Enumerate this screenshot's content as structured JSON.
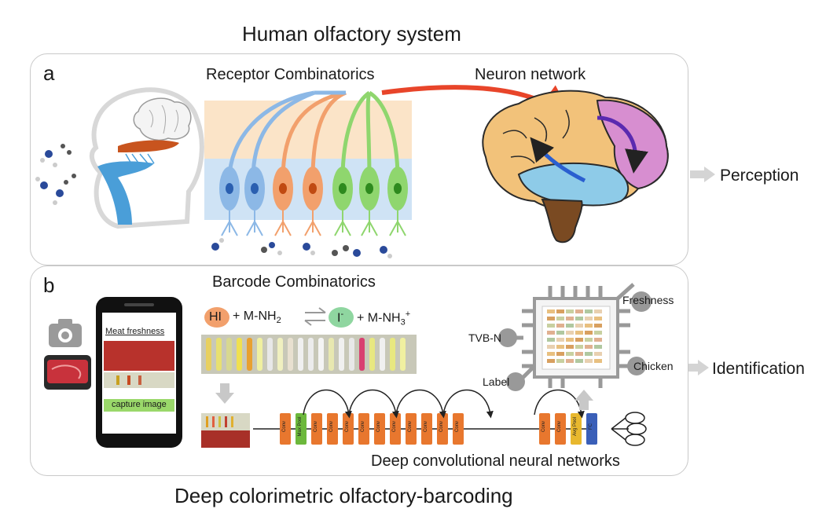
{
  "titles": {
    "top": "Human olfactory system",
    "bottom": "Deep colorimetric olfactory-barcoding"
  },
  "panel_a": {
    "letter": "a",
    "receptor_label": "Receptor Combinatorics",
    "neuron_label": "Neuron network",
    "output_label": "Perception"
  },
  "panel_b": {
    "letter": "b",
    "barcode_label": "Barcode Combinatorics",
    "equation": {
      "hi": "HI",
      "plus1": "+ M-NH",
      "sub1": "2",
      "iminus": "I",
      "iminus_sup": "-",
      "plus2": "+ M-NH",
      "sub2": "3",
      "sup2": "+"
    },
    "phone": {
      "title": "Meat freshness",
      "button": "capture image"
    },
    "chip_labels": {
      "tvbn": "TVB-N",
      "freshness": "Freshness",
      "chicken": "Chicken",
      "label": "Label"
    },
    "network_label": "Deep convolutional neural networks",
    "output_label": "Identification",
    "layers": [
      "Conv",
      "Max Pool",
      "Conv",
      "Conv",
      "Conv",
      "Conv",
      "Conv",
      "Conv",
      "Conv",
      "Conv",
      "Conv",
      "Conv",
      "Conv",
      "Conv",
      "Avg Pool",
      "FC"
    ]
  },
  "icons": [
    "camera-icon",
    "brain-icon",
    "head-icon",
    "molecule-icon",
    "chip-icon"
  ],
  "colors": {
    "blue_neuron": "#8cb8e6",
    "orange_neuron": "#f2a06c",
    "green_neuron": "#8fd66e",
    "red_arrow": "#e8452a",
    "conv_orange": "#e8772e",
    "maxpool_green": "#6cb83c",
    "avgpool_yellow": "#e8b82e",
    "fc_blue": "#3a5fb8"
  }
}
